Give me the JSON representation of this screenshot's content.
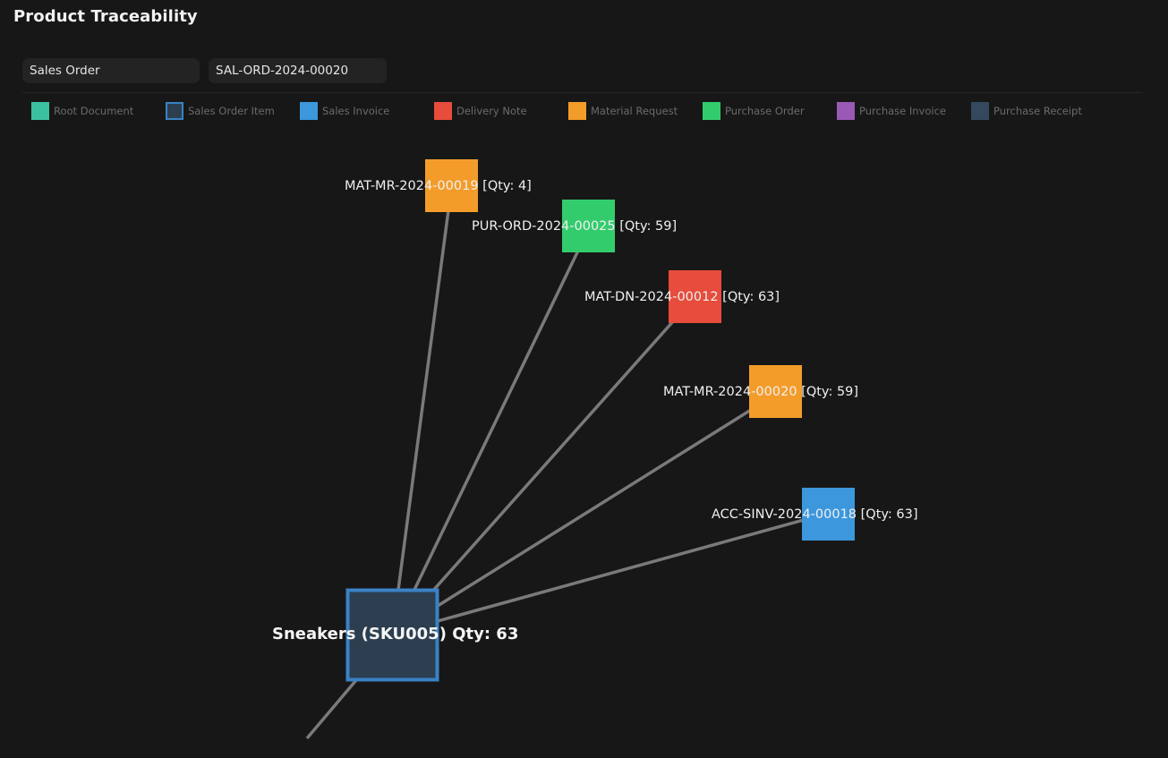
{
  "page": {
    "title": "Product Traceability"
  },
  "filters": {
    "doctype_value": "Sales Order",
    "docname_value": "SAL-ORD-2024-00020"
  },
  "legend": [
    {
      "label": "Root Document",
      "color": "#3cc1a0",
      "outline": false
    },
    {
      "label": "Sales Order Item",
      "color": "#2c3e50",
      "outline": true,
      "outline_color": "#3a82c4"
    },
    {
      "label": "Sales Invoice",
      "color": "#3c97dc",
      "outline": false
    },
    {
      "label": "Delivery Note",
      "color": "#e74c3c",
      "outline": false
    },
    {
      "label": "Material Request",
      "color": "#f39c2a",
      "outline": false
    },
    {
      "label": "Purchase Order",
      "color": "#33cc6d",
      "outline": false
    },
    {
      "label": "Purchase Invoice",
      "color": "#9b59b6",
      "outline": false
    },
    {
      "label": "Purchase Receipt",
      "color": "#34495e",
      "outline": false
    }
  ],
  "graph": {
    "root": {
      "label": "Sneakers (SKU005) Qty: 63",
      "fill": "#2c3e50",
      "stroke": "#3a82c4"
    },
    "nodes": [
      {
        "label": "MAT-MR-2024-00019 [Qty: 4]",
        "type": "Material Request",
        "color": "#f39c2a"
      },
      {
        "label": "PUR-ORD-2024-00025 [Qty: 59]",
        "type": "Purchase Order",
        "color": "#33cc6d"
      },
      {
        "label": "MAT-DN-2024-00012 [Qty: 63]",
        "type": "Delivery Note",
        "color": "#e74c3c"
      },
      {
        "label": "MAT-MR-2024-00020 [Qty: 59]",
        "type": "Material Request",
        "color": "#f39c2a"
      },
      {
        "label": "ACC-SINV-2024-00018 [Qty: 63]",
        "type": "Sales Invoice",
        "color": "#3c97dc"
      }
    ],
    "edge_color": "#7a7a7a"
  }
}
